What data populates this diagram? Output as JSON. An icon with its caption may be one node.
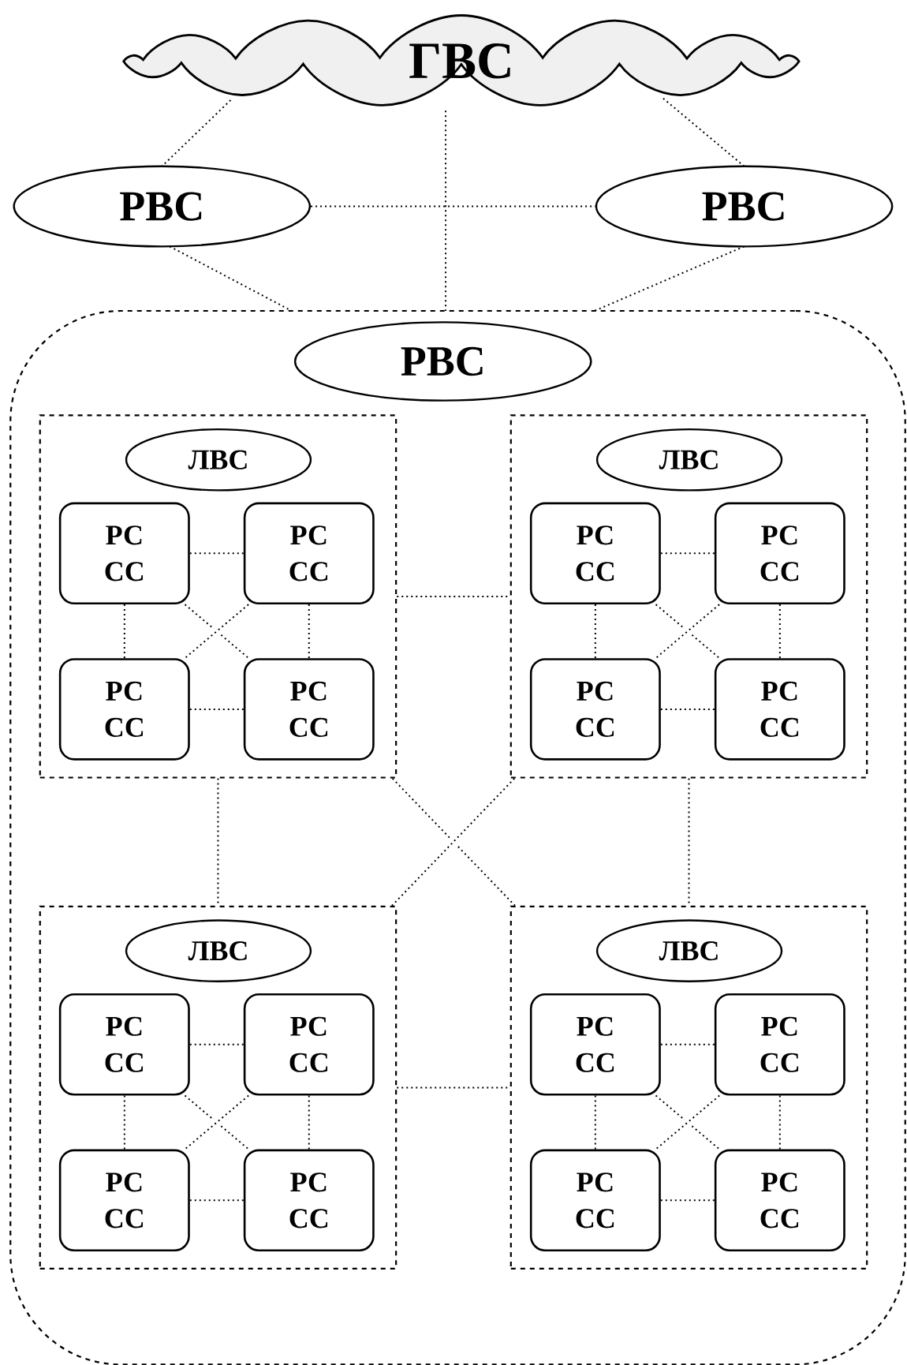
{
  "diagram": {
    "nodes": [
      {
        "text": [
          "ГВС"
        ]
      },
      {
        "text": [
          "РВС"
        ]
      },
      {
        "text": [
          "РВС"
        ]
      },
      {
        "text": [],
        "shape": "box"
      },
      {
        "text": [
          "РВС"
        ],
        "in": 3
      },
      {
        "text": [],
        "shape": "box",
        "in": 3
      },
      {
        "text": [
          "ЛВС"
        ],
        "in": 5
      },
      {
        "text": [
          "РС СС"
        ],
        "in": 5
      },
      {
        "text": [
          "РС СС"
        ],
        "in": 5
      },
      {
        "text": [
          "РС СС"
        ],
        "in": 5
      },
      {
        "text": [
          "РС СС"
        ],
        "in": 5
      },
      {
        "text": [],
        "shape": "box",
        "in": 3
      },
      {
        "text": [
          "ЛВС"
        ],
        "in": 11
      },
      {
        "text": [
          "РС СС"
        ],
        "in": 11
      },
      {
        "text": [
          "РС СС"
        ],
        "in": 11
      },
      {
        "text": [
          "РС СС"
        ],
        "in": 11
      },
      {
        "text": [
          "РС СС"
        ],
        "in": 11
      },
      {
        "text": [],
        "shape": "box",
        "in": 3
      },
      {
        "text": [
          "ЛВС"
        ],
        "in": 17
      },
      {
        "text": [
          "РС СС"
        ],
        "in": 17
      },
      {
        "text": [
          "РС СС"
        ],
        "in": 17
      },
      {
        "text": [
          "РС СС"
        ],
        "in": 17
      },
      {
        "text": [
          "РС СС"
        ],
        "in": 17
      },
      {
        "text": [],
        "shape": "box",
        "in": 3
      },
      {
        "text": [
          "ЛВС"
        ],
        "in": 23
      },
      {
        "text": [
          "РС СС"
        ],
        "in": 23
      },
      {
        "text": [
          "РС СС"
        ],
        "in": 23
      },
      {
        "text": [
          "РС СС"
        ],
        "in": 23
      },
      {
        "text": [
          "РС СС"
        ],
        "in": 23
      }
    ],
    "edges": [
      {
        "from": 0,
        "to": 1,
        "arrow": "none"
      },
      {
        "from": 0,
        "to": 2,
        "arrow": "none"
      },
      {
        "from": 0,
        "to": 3,
        "arrow": "none"
      },
      {
        "from": 1,
        "to": 2,
        "arrow": "none"
      },
      {
        "from": 1,
        "to": 3,
        "arrow": "none"
      },
      {
        "from": 2,
        "to": 3,
        "arrow": "none"
      },
      {
        "from": 7,
        "to": 8,
        "arrow": "none"
      },
      {
        "from": 9,
        "to": 10,
        "arrow": "none"
      },
      {
        "from": 7,
        "to": 9,
        "arrow": "none"
      },
      {
        "from": 8,
        "to": 10,
        "arrow": "none"
      },
      {
        "from": 7,
        "to": 10,
        "arrow": "none"
      },
      {
        "from": 8,
        "to": 9,
        "arrow": "none"
      },
      {
        "from": 13,
        "to": 14,
        "arrow": "none"
      },
      {
        "from": 15,
        "to": 16,
        "arrow": "none"
      },
      {
        "from": 13,
        "to": 15,
        "arrow": "none"
      },
      {
        "from": 14,
        "to": 16,
        "arrow": "none"
      },
      {
        "from": 13,
        "to": 16,
        "arrow": "none"
      },
      {
        "from": 14,
        "to": 15,
        "arrow": "none"
      },
      {
        "from": 19,
        "to": 20,
        "arrow": "none"
      },
      {
        "from": 21,
        "to": 22,
        "arrow": "none"
      },
      {
        "from": 19,
        "to": 21,
        "arrow": "none"
      },
      {
        "from": 20,
        "to": 22,
        "arrow": "none"
      },
      {
        "from": 19,
        "to": 22,
        "arrow": "none"
      },
      {
        "from": 20,
        "to": 21,
        "arrow": "none"
      },
      {
        "from": 25,
        "to": 26,
        "arrow": "none"
      },
      {
        "from": 27,
        "to": 28,
        "arrow": "none"
      },
      {
        "from": 25,
        "to": 27,
        "arrow": "none"
      },
      {
        "from": 26,
        "to": 28,
        "arrow": "none"
      },
      {
        "from": 25,
        "to": 28,
        "arrow": "none"
      },
      {
        "from": 26,
        "to": 27,
        "arrow": "none"
      },
      {
        "from": 5,
        "to": 11,
        "arrow": "none"
      },
      {
        "from": 17,
        "to": 23,
        "arrow": "none"
      },
      {
        "from": 5,
        "to": 17,
        "arrow": "none"
      },
      {
        "from": 11,
        "to": 23,
        "arrow": "none"
      },
      {
        "from": 5,
        "to": 23,
        "arrow": "none"
      },
      {
        "from": 11,
        "to": 17,
        "arrow": "none"
      }
    ]
  }
}
